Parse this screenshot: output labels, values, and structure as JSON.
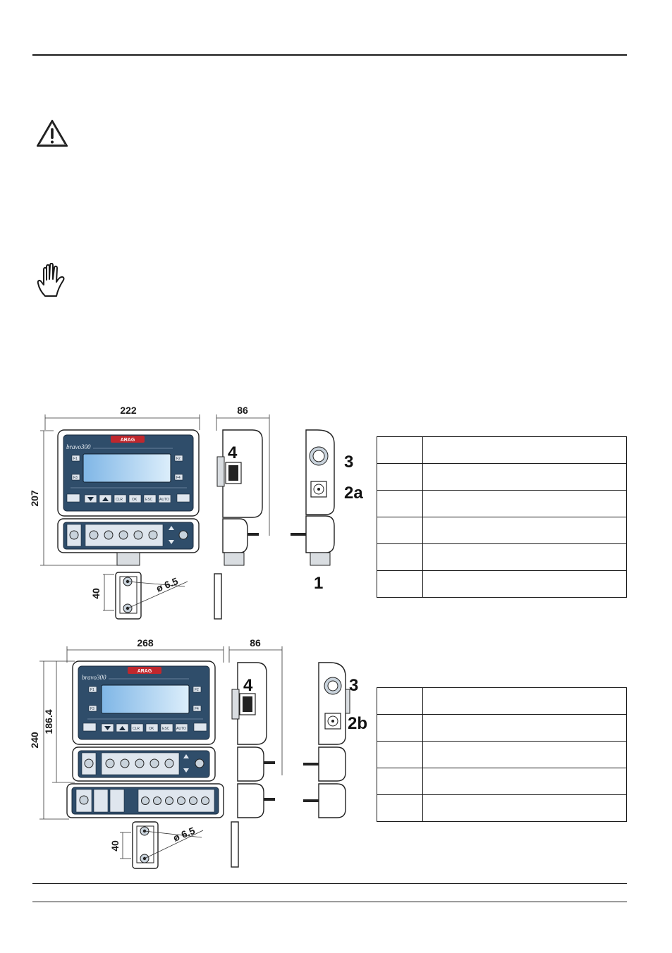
{
  "figure1": {
    "width_dim": "222",
    "height_dim": "207",
    "depth_dim": "86",
    "bracket_dim": "40",
    "hole_dim": "ø 6.5",
    "callouts": [
      "4",
      "3",
      "2a",
      "1"
    ]
  },
  "figure2": {
    "width_dim": "268",
    "height_dim": "240",
    "inner_height_dim": "186.4",
    "depth_dim": "86",
    "bracket_dim": "40",
    "hole_dim": "ø 6.5",
    "callouts": [
      "4",
      "3",
      "2b"
    ]
  },
  "display": {
    "logo": "ARAG",
    "model": "bravo300",
    "f_keys": [
      "F1",
      "F2",
      "F3",
      "F4"
    ],
    "keys": [
      "CLR",
      "OK",
      "ESC",
      "AUTO"
    ]
  },
  "colors": {
    "panel": "#2f4d6a",
    "screen_start": "#7fb6e6",
    "screen_end": "#dceefb",
    "logo": "#c0272d"
  }
}
